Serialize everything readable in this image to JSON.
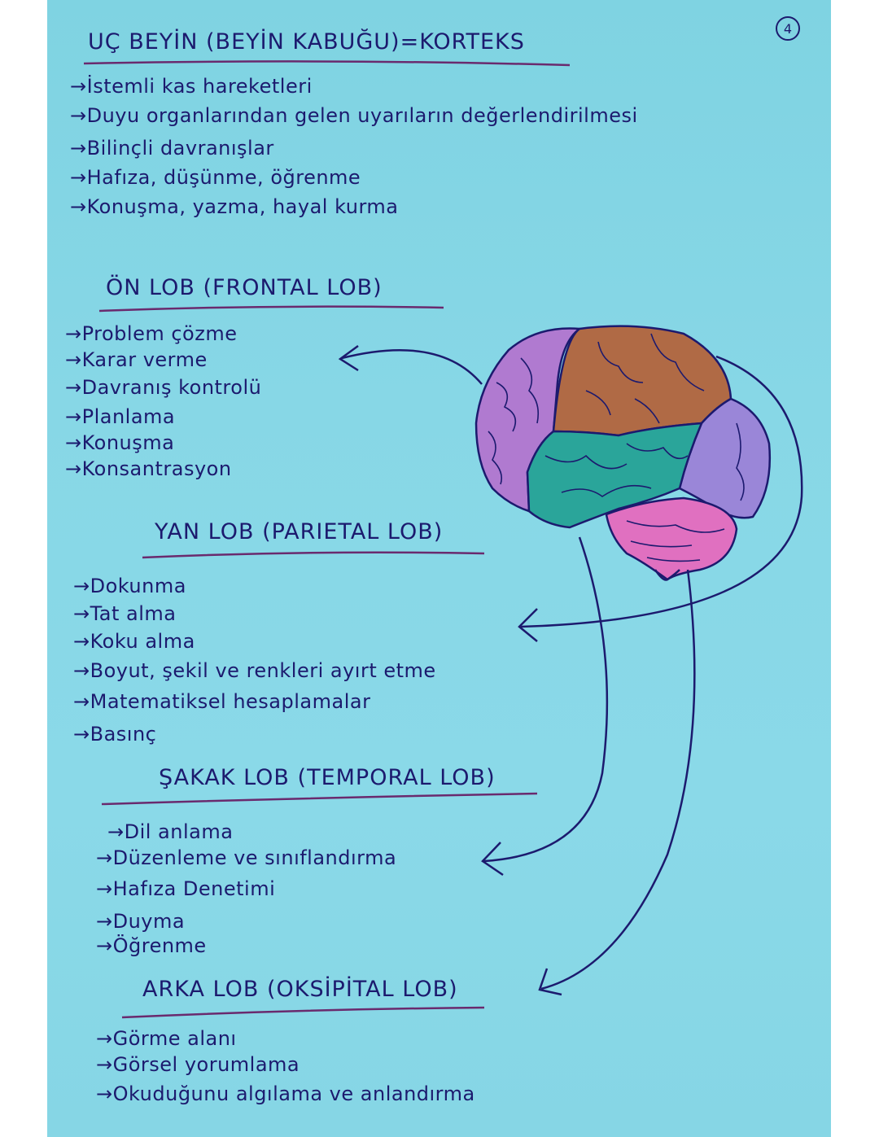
{
  "page_number": "4",
  "header": {
    "title": "UÇ BEYİN (BEYİN KABUĞU)=KORTEKS",
    "items": [
      "→İstemli kas hareketleri",
      "→Duyu organlarından gelen uyarıların değerlendirilmesi",
      "→Bilinçli davranışlar",
      "→Hafıza, düşünme, öğrenme",
      "→Konuşma, yazma, hayal kurma"
    ]
  },
  "frontal": {
    "title": "ÖN LOB (FRONTAL LOB)",
    "items": [
      "→Problem çözme",
      "→Karar verme",
      "→Davranış kontrolü",
      "→Planlama",
      "→Konuşma",
      "→Konsantrasyon"
    ]
  },
  "parietal": {
    "title": "YAN LOB (PARIETAL LOB)",
    "items": [
      "→Dokunma",
      "→Tat alma",
      "→Koku alma",
      "→Boyut, şekil ve renkleri ayırt etme",
      "→Matematiksel hesaplamalar",
      "→Basınç"
    ]
  },
  "temporal": {
    "title": "ŞAKAK LOB (TEMPORAL LOB)",
    "items": [
      "→Dil anlama",
      "→Düzenleme ve sınıflandırma",
      "→Hafıza Denetimi",
      "→Duyma",
      "→Öğrenme"
    ]
  },
  "occipital": {
    "title": "ARKA LOB (OKSİPİTAL LOB)",
    "items": [
      "→Görme alanı",
      "→Görsel yorumlama",
      "→Okuduğunu algılama ve anlandırma"
    ]
  },
  "colors": {
    "paper": "#86d6e5",
    "ink": "#1c1a6e",
    "underline": "#6a2a6e",
    "frontal_lobe": "#b07ad0",
    "parietal_lobe": "#b06a45",
    "temporal_lobe": "#2aa59a",
    "occipital_lobe": "#9a86d8",
    "cerebellum": "#e070c0"
  }
}
